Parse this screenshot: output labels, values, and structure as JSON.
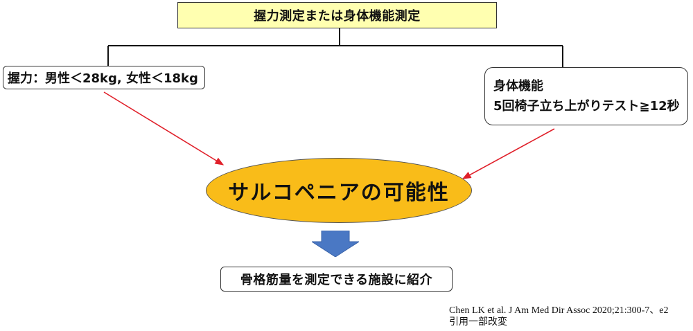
{
  "diagram": {
    "top_box": {
      "label": "握力測定または身体機能測定"
    },
    "left_box": {
      "label": "握力：男性＜28kg, 女性＜18kg"
    },
    "right_box": {
      "line1": "身体機能",
      "line2": "5回椅子立ち上がりテスト≧12秒"
    },
    "center_ellipse": {
      "label": "サルコペニアの可能性"
    },
    "bottom_box": {
      "label": "骨格筋量を測定できる施設に紹介"
    },
    "colors": {
      "top_box_fill": "#ffffb0",
      "ellipse_fill": "#f9bc19",
      "arrow_red": "#e0202a",
      "down_arrow_blue": "#4a78c4",
      "connector_line": "#111111"
    }
  },
  "citation": {
    "line1": "Chen LK et al. J Am Med Dir Assoc 2020;21:300-7、e2",
    "line2": "引用一部改変"
  }
}
